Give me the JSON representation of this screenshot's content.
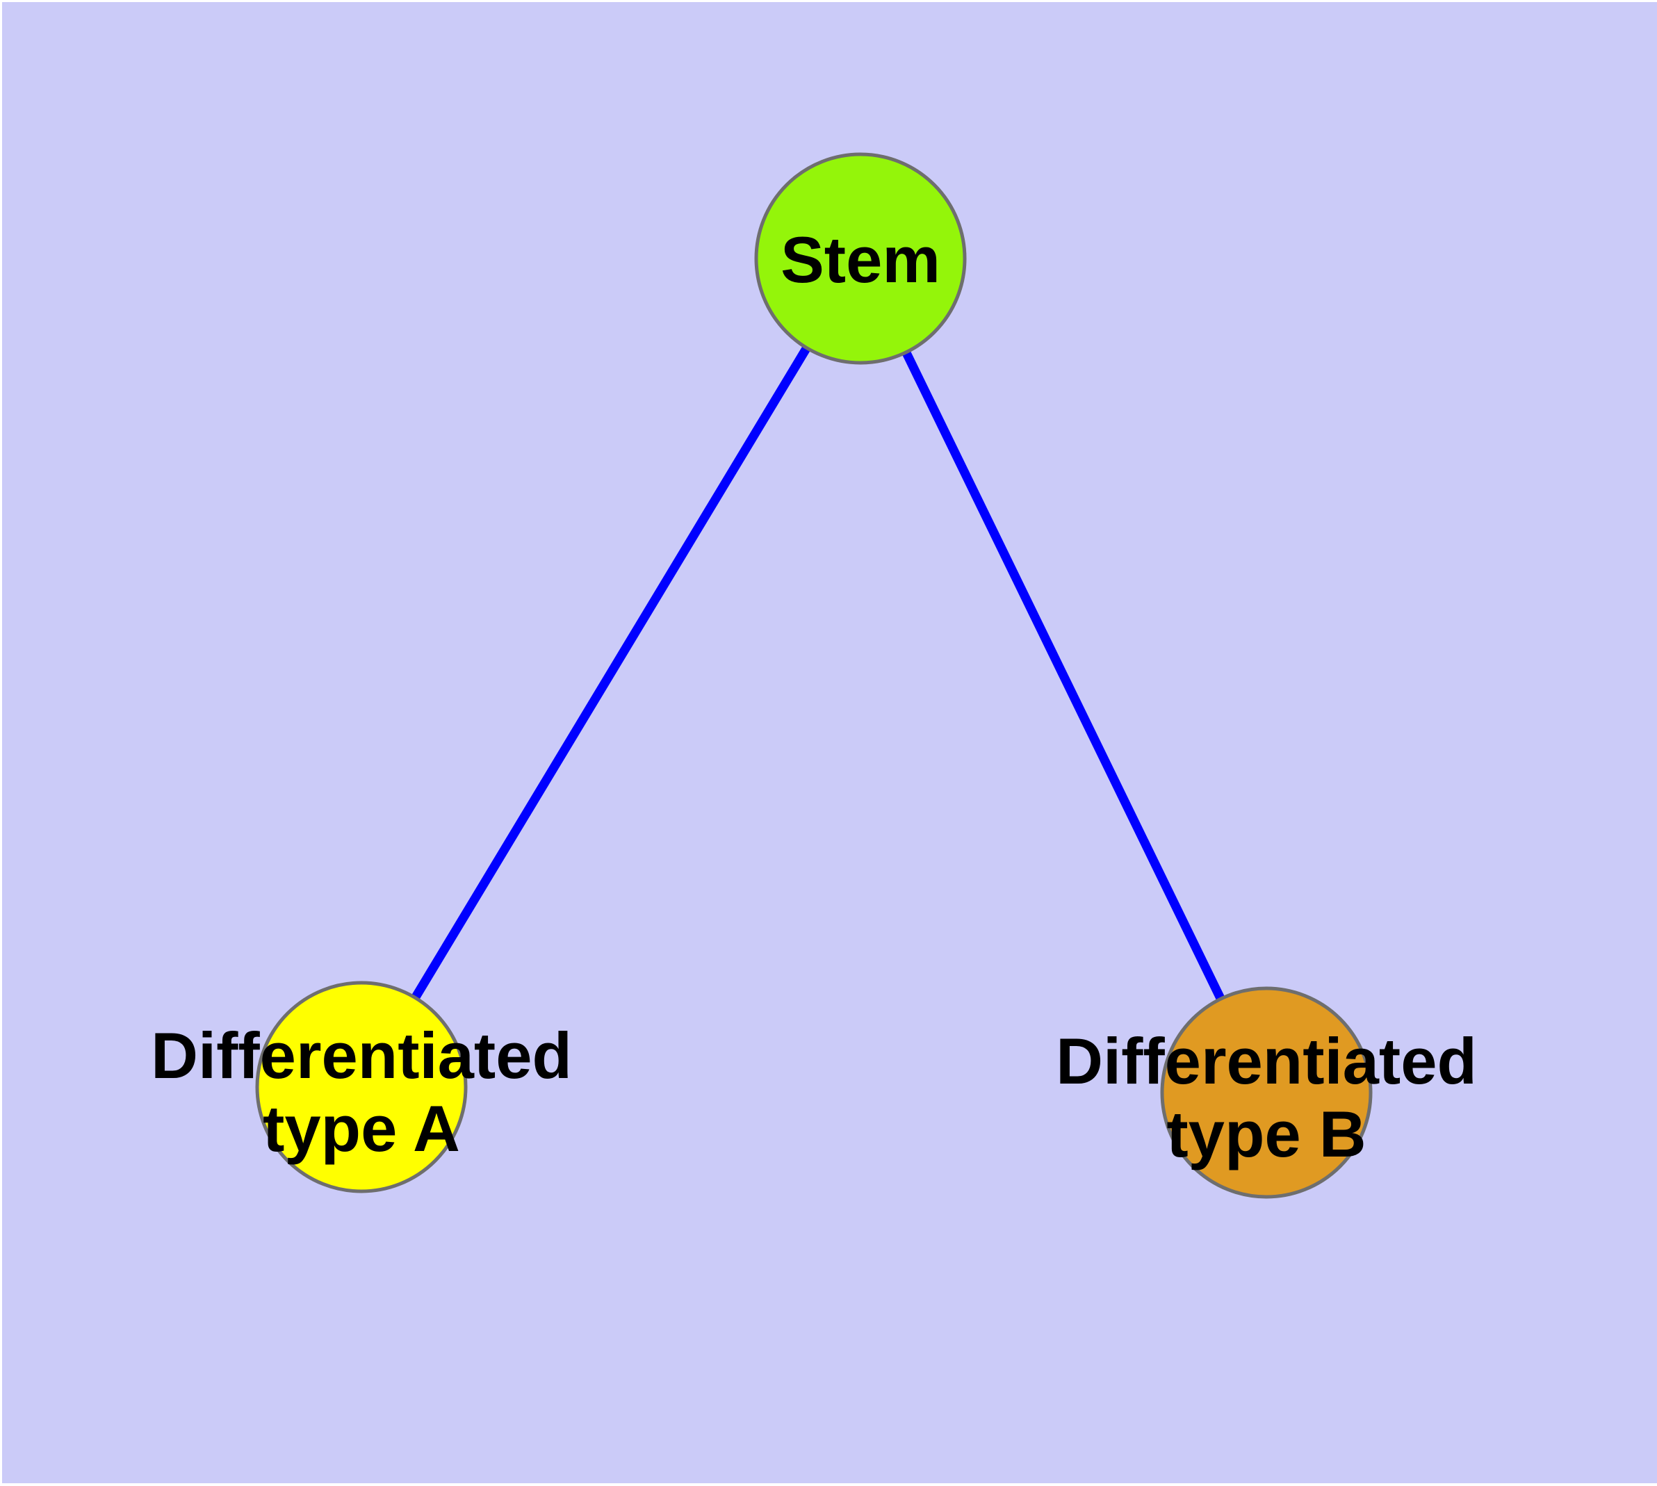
{
  "canvas": {
    "background_color": "#CBCBF8",
    "margin_color": "#FFFFFF"
  },
  "edges": {
    "color": "#0000FF",
    "items": [
      {
        "from": "stem",
        "to": "type_a"
      },
      {
        "from": "stem",
        "to": "type_b"
      }
    ]
  },
  "nodes": {
    "stem": {
      "label": "Stem",
      "fill": "#94F50A",
      "border": "#6E6E6E"
    },
    "type_a": {
      "label_line1": "Differentiated",
      "label_line2": "type A",
      "fill": "#FFFF00",
      "border": "#6E6E6E"
    },
    "type_b": {
      "label_line1": "Differentiated",
      "label_line2": "type B",
      "fill": "#E09A22",
      "border": "#6E6E6E"
    }
  }
}
